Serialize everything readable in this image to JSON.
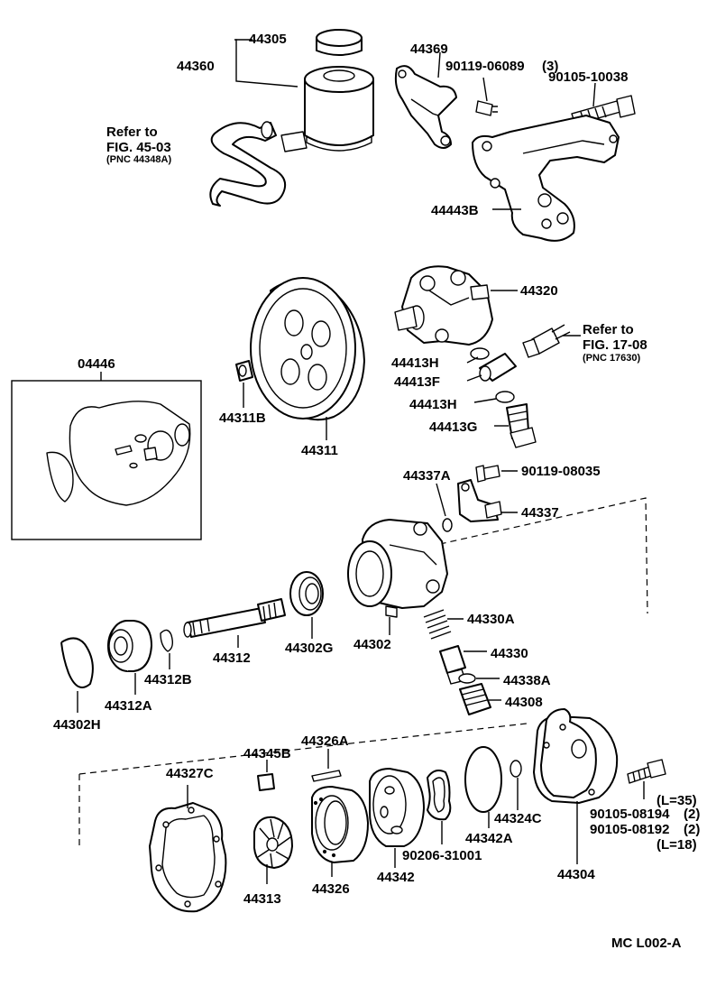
{
  "labels": {
    "p44305": "44305",
    "p44360": "44360",
    "p44369": "44369",
    "p90119_06089": "90119-06089",
    "p90119_06089_qty": "(3)",
    "p90105_10038": "90105-10038",
    "refer1_a": "Refer to",
    "refer1_b": "FIG. 45-03",
    "refer1_pnc": "(PNC 44348A)",
    "p44443B": "44443B",
    "p44320": "44320",
    "refer2_a": "Refer to",
    "refer2_b": "FIG. 17-08",
    "refer2_pnc": "(PNC 17630)",
    "p04446": "04446",
    "p44311B": "44311B",
    "p44311": "44311",
    "p44413H_1": "44413H",
    "p44413F": "44413F",
    "p44413H_2": "44413H",
    "p44413G": "44413G",
    "p44337A": "44337A",
    "p90119_08035": "90119-08035",
    "p44337": "44337",
    "p44330A": "44330A",
    "p44302": "44302",
    "p44302G": "44302G",
    "p44312": "44312",
    "p44330": "44330",
    "p44338A": "44338A",
    "p44308": "44308",
    "p44312B": "44312B",
    "p44312A": "44312A",
    "p44302H": "44302H",
    "p44326A": "44326A",
    "p44345B": "44345B",
    "p44327C": "44327C",
    "p44324C": "44324C",
    "p44342A": "44342A",
    "p90206_31001": "90206-31001",
    "p44342": "44342",
    "p44326": "44326",
    "p44313": "44313",
    "p44304": "44304",
    "bolt_L35": "(L=35)",
    "p90105_08194": "90105-08194",
    "p90105_08194_qty": "(2)",
    "p90105_08192": "90105-08192",
    "p90105_08192_qty": "(2)",
    "bolt_L18": "(L=18)",
    "drawing_code": "MC L002-A"
  }
}
